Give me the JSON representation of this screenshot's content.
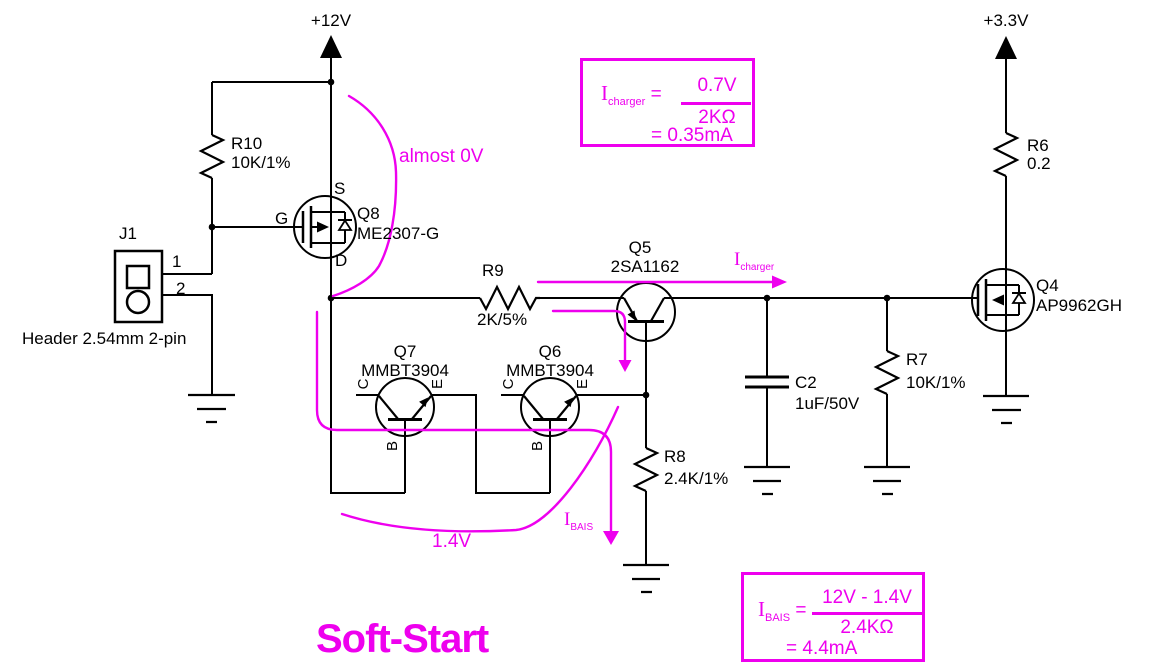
{
  "title": "Soft-Start",
  "rails": {
    "v12": "+12V",
    "v33": "+3.3V"
  },
  "components": {
    "j1": {
      "ref": "J1",
      "pin1": "1",
      "pin2": "2",
      "desc": "Header 2.54mm 2-pin"
    },
    "r10": {
      "ref": "R10",
      "value": "10K/1%"
    },
    "r9": {
      "ref": "R9",
      "value": "2K/5%"
    },
    "r8": {
      "ref": "R8",
      "value": "2.4K/1%"
    },
    "r7": {
      "ref": "R7",
      "value": "10K/1%"
    },
    "r6": {
      "ref": "R6",
      "value": "0.2"
    },
    "c2": {
      "ref": "C2",
      "value": "1uF/50V"
    },
    "q8": {
      "ref": "Q8",
      "part": "ME2307-G",
      "pin_s": "S",
      "pin_g": "G",
      "pin_d": "D"
    },
    "q7": {
      "ref": "Q7",
      "part": "MMBT3904",
      "pin_c": "C",
      "pin_e": "E",
      "pin_b": "B"
    },
    "q6": {
      "ref": "Q6",
      "part": "MMBT3904",
      "pin_c": "C",
      "pin_e": "E",
      "pin_b": "B"
    },
    "q5": {
      "ref": "Q5",
      "part": "2SA1162"
    },
    "q4": {
      "ref": "Q4",
      "part": "AP9962GH"
    }
  },
  "annotations": {
    "almost_0v": "almost 0V",
    "v_1_4": "1.4V",
    "i_charger": {
      "sym": "I",
      "sub": "charger"
    },
    "i_bais": {
      "sym": "I",
      "sub": "BAIS"
    },
    "charger_formula": {
      "sym": "I",
      "sub": "charger",
      "eq": "=",
      "num": "0.7V",
      "den": "2KΩ",
      "result": "= 0.35mA"
    },
    "bais_formula": {
      "sym": "I",
      "sub": "BAIS",
      "eq": "=",
      "num": "12V - 1.4V",
      "den": "2.4KΩ",
      "result": "= 4.4mA"
    }
  },
  "colors": {
    "annotation": "#EE00EE",
    "wire": "#000000"
  }
}
